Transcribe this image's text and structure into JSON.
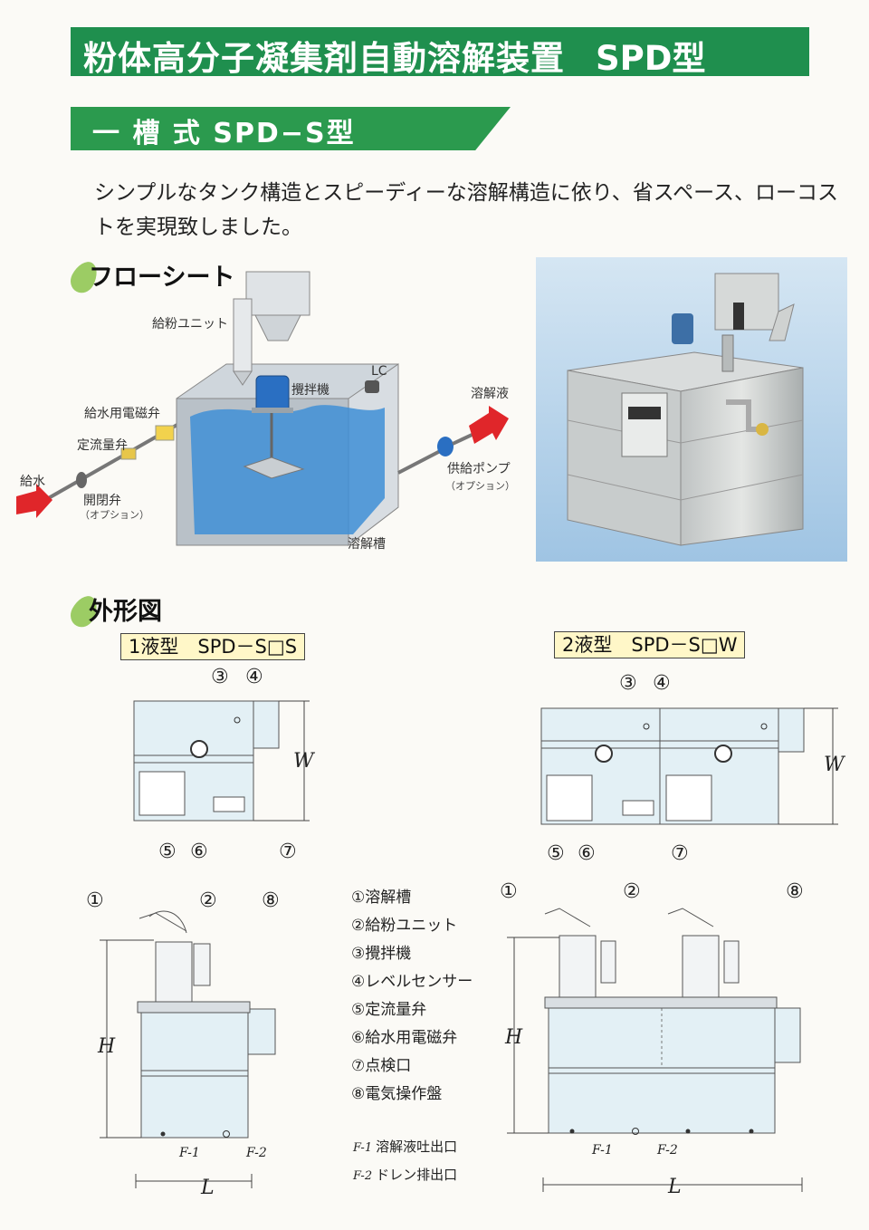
{
  "header": {
    "title": "粉体高分子凝集剤自動溶解装置",
    "model": "SPD型"
  },
  "subheader": {
    "title": "一 槽 式  SPD−S型"
  },
  "intro": "シンプルなタンク構造とスピーディーな溶解構造に依り、省スペース、ローコストを実現致しました。",
  "flow": {
    "section_title": "フローシート",
    "labels": {
      "powder_unit": "給粉ユニット",
      "mixer": "攪拌機",
      "lc": "LC",
      "solenoid": "給水用電磁弁",
      "flow_valve": "定流量弁",
      "water_in": "給水",
      "open_valve": "開閉弁",
      "open_valve_opt": "（オプション）",
      "out_liquid": "溶解液",
      "pump": "供給ポンプ",
      "pump_opt": "（オプション）",
      "tank": "溶解槽"
    }
  },
  "outline": {
    "section_title": "外形図",
    "model_one": "1液型　SPD－S□S",
    "model_two": "2液型　SPD－S□W",
    "callouts": {
      "n1": "①",
      "n2": "②",
      "n3": "③",
      "n4": "④",
      "n5": "⑤",
      "n6": "⑥",
      "n7": "⑦",
      "n8": "⑧"
    },
    "dims": {
      "w": "W",
      "h": "H",
      "l": "L",
      "f1": "F-1",
      "f2": "F-2"
    },
    "legend": [
      "①溶解槽",
      "②給粉ユニット",
      "③攪拌機",
      "④レベルセンサー",
      "⑤定流量弁",
      "⑥給水用電磁弁",
      "⑦点検口",
      "⑧電気操作盤"
    ],
    "footnotes": [
      {
        "code": "F-1",
        "text": "溶解液吐出口"
      },
      {
        "code": "F-2",
        "text": "ドレン排出口"
      }
    ]
  },
  "colors": {
    "title_green": "#1f8f4e",
    "sub_green": "#2b9a4e",
    "arrow_red": "#e0262a",
    "water_blue": "#3f8fd6",
    "drawing_fill": "#e3f0f5"
  }
}
